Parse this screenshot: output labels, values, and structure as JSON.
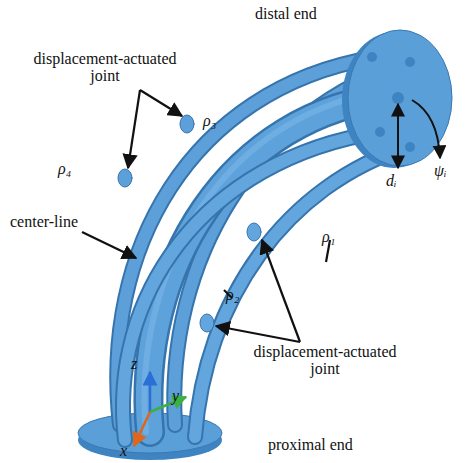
{
  "diagram": {
    "labels": [
      "distal end",
      "displacement-actuated joint",
      "ρ₃",
      "ρ₄",
      "center-line",
      "ρ₁",
      "ρ₂",
      "displacement-actuated joint",
      "dᵢ",
      "ψᵢ",
      "z",
      "y",
      "x",
      "proximal end"
    ]
  }
}
